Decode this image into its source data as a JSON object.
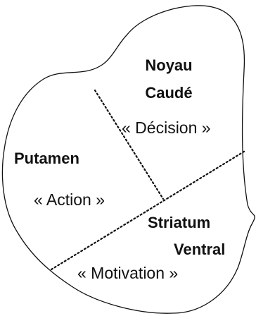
{
  "regions": {
    "caudate": {
      "name_line1": "Noyau",
      "name_line2": "Caudé",
      "role": "« Décision »"
    },
    "putamen": {
      "name": "Putamen",
      "role": "« Action »"
    },
    "ventral": {
      "name_line1": "Striatum",
      "name_line2": "Ventral",
      "role": "« Motivation »"
    }
  },
  "colors": {
    "outline": "#111111",
    "text": "#111111",
    "background": "#ffffff"
  }
}
